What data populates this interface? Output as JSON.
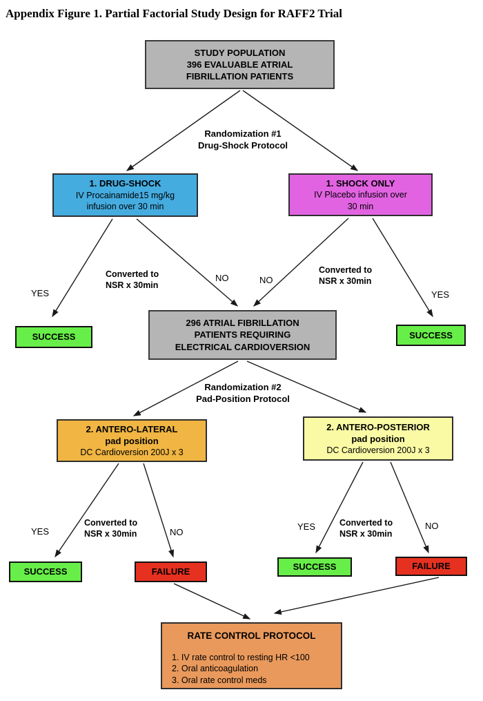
{
  "title": "Appendix Figure 1. Partial Factorial Study Design for RAFF2 Trial",
  "annotations": {
    "randomization1": [
      "Randomization #1",
      "Drug-Shock Protocol"
    ],
    "randomization2": [
      "Randomization #2",
      "Pad-Position Protocol"
    ],
    "yes": "YES",
    "no": "NO",
    "converted": [
      "Converted to",
      "NSR x 30min"
    ]
  },
  "nodes": {
    "study_population": {
      "lines": [
        "STUDY POPULATION",
        "396 EVALUABLE ATRIAL",
        "FIBRILLATION PATIENTS"
      ]
    },
    "drug_shock": {
      "title": "1. DRUG-SHOCK",
      "lines": [
        "IV Procainamide15 mg/kg",
        "infusion over 30 min"
      ]
    },
    "shock_only": {
      "title": "1. SHOCK ONLY",
      "lines": [
        "IV Placebo infusion over",
        "30 min"
      ]
    },
    "cardioversion_population": {
      "lines": [
        "296 ATRIAL FIBRILLATION",
        "PATIENTS REQUIRING",
        "ELECTRICAL CARDIOVERSION"
      ]
    },
    "antero_lateral": {
      "title": "2. ANTERO-LATERAL",
      "subtitle": "pad position",
      "body": "DC Cardioversion 200J x 3"
    },
    "antero_posterior": {
      "title": "2. ANTERO-POSTERIOR",
      "subtitle": "pad position",
      "body": "DC Cardioversion 200J x 3"
    },
    "success": "SUCCESS",
    "failure": "FAILURE",
    "rate_control": {
      "title": "RATE CONTROL PROTOCOL",
      "items": [
        "1. IV rate control to resting HR <100",
        "2. Oral anticoagulation",
        "3. Oral rate control meds"
      ]
    }
  },
  "colors": {
    "box_gray": "#b5b5b5",
    "drug_shock_blue": "#45ace0",
    "shock_only_magenta": "#e263e2",
    "antero_lateral_orange": "#f0b542",
    "antero_posterior_yellow": "#fafaa5",
    "success_green": "#67ee48",
    "failure_red": "#e63120",
    "rate_control_orange": "#e9995c",
    "arrow_black": "#1a1a1a"
  }
}
